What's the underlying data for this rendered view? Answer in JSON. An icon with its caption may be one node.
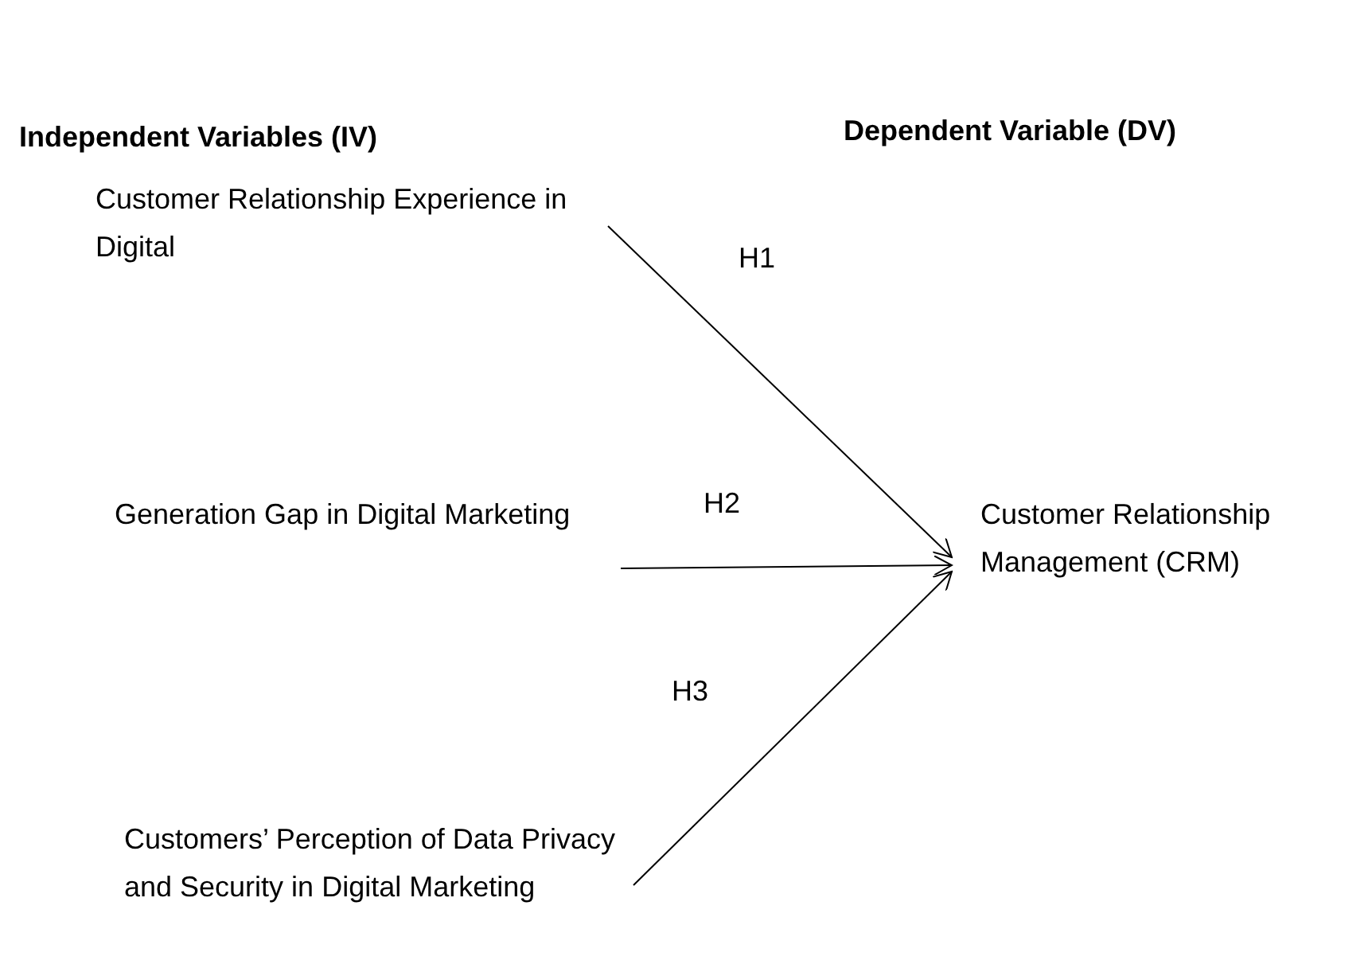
{
  "diagram": {
    "nodes": [
      {
        "text": [
          "Customer Relationship Experience in Digital"
        ]
      },
      {
        "text": [
          "Generation Gap in Digital Marketing"
        ]
      },
      {
        "text": [
          "Customers’ Perception of Data Privacy and Security in Digital Marketing"
        ]
      },
      {
        "text": [
          "Customer Relationship Management (CRM)"
        ]
      }
    ],
    "edges": [
      {
        "from": 0,
        "to": 3,
        "arrow": "to",
        "label": "H1"
      },
      {
        "from": 1,
        "to": 3,
        "arrow": "to",
        "label": "H2"
      },
      {
        "from": 2,
        "to": 3,
        "arrow": "to",
        "label": "H3"
      }
    ],
    "labels": [
      "Independent Variables (IV)",
      "Dependent Variable (DV)"
    ]
  }
}
